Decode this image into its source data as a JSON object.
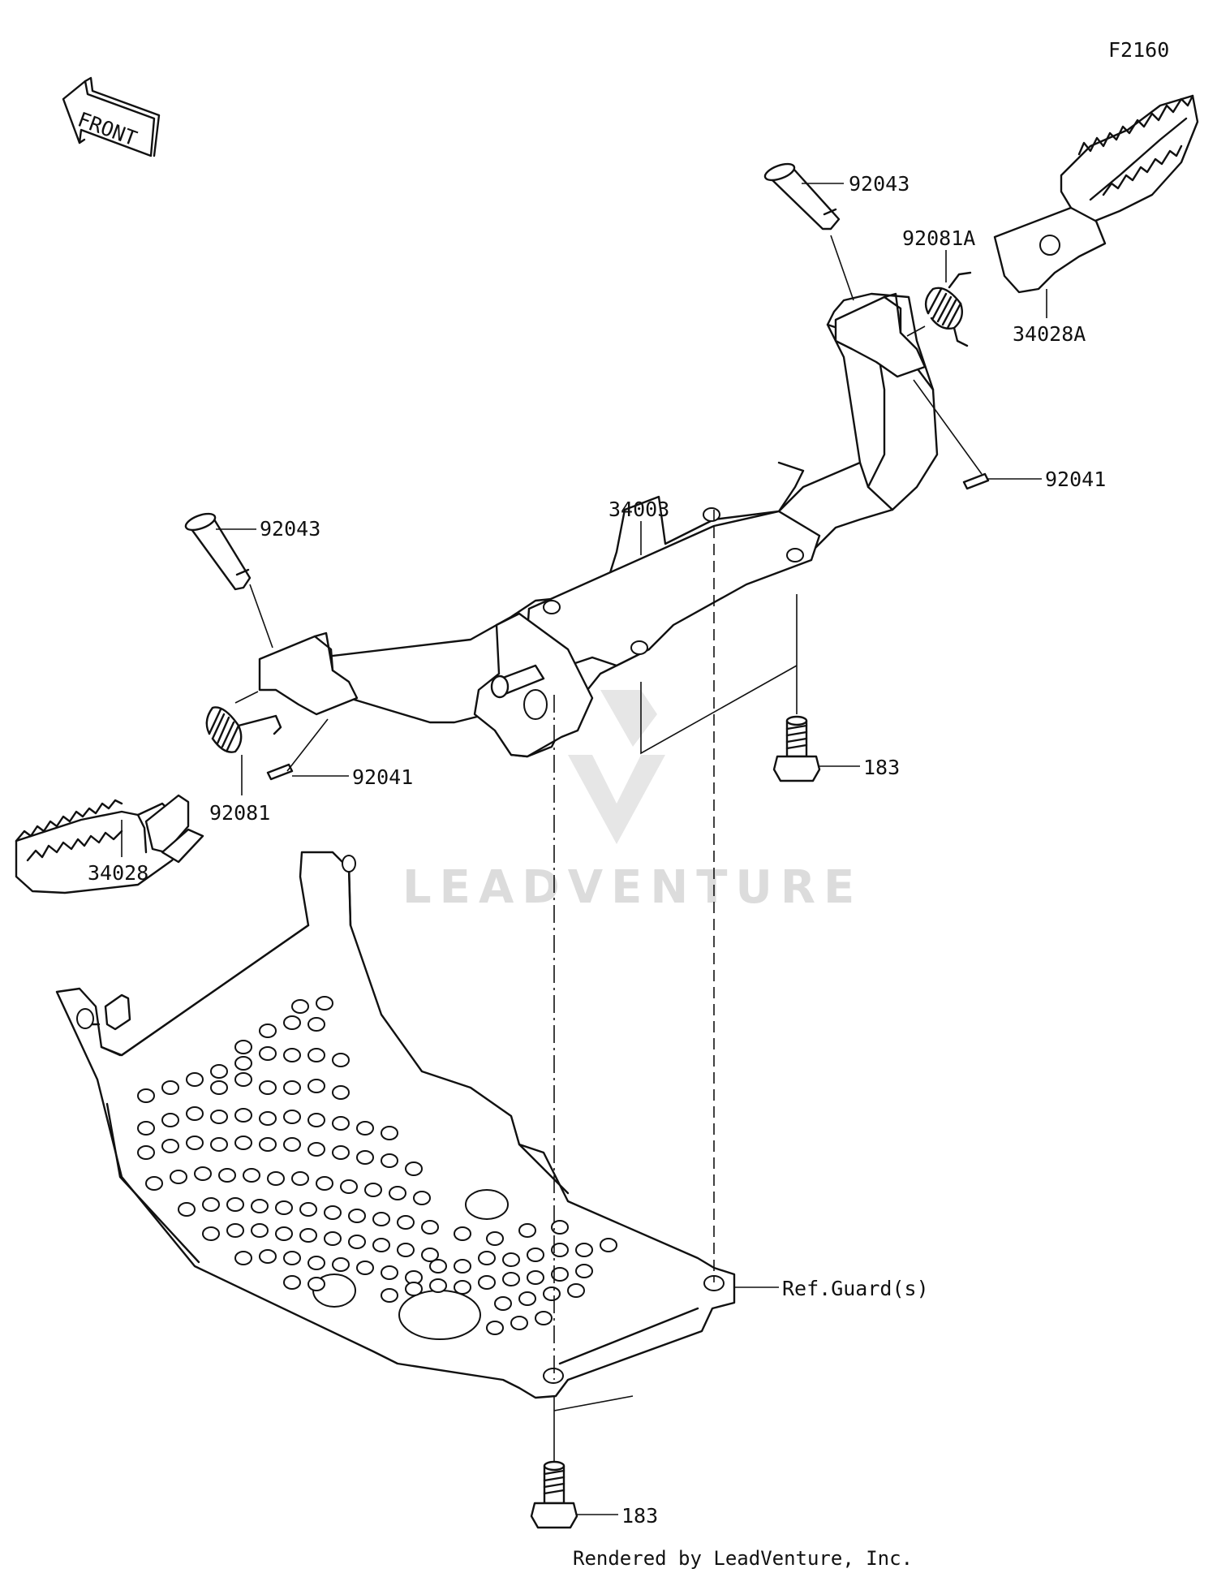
{
  "diagram_code": "F2160",
  "front_label": "FRONT",
  "watermark": "LEADVENTURE",
  "footer": "Rendered by LeadVenture, Inc.",
  "callouts": {
    "pin_right": "92043",
    "spring_right": "92081A",
    "peg_right": "34028A",
    "cotter_right": "92041",
    "bracket": "34003",
    "pin_left": "92043",
    "spring_left": "92081",
    "peg_left": "34028",
    "cotter_left": "92041",
    "bolt_upper": "183",
    "bolt_lower": "183",
    "ref_guard": "Ref.Guard(s)"
  }
}
